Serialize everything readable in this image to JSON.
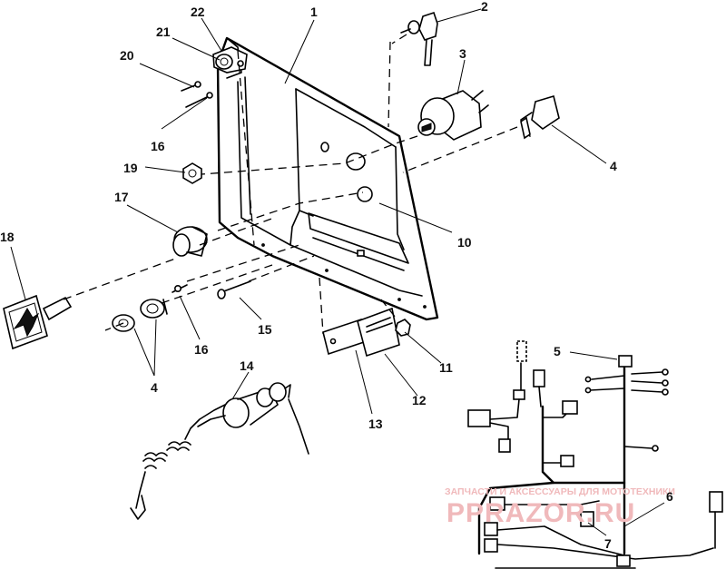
{
  "callouts": {
    "c1": "1",
    "c2": "2",
    "c3": "3",
    "c4a": "4",
    "c4b": "4",
    "c5": "5",
    "c6": "6",
    "c7": "7",
    "c10": "10",
    "c11": "11",
    "c12": "12",
    "c13": "13",
    "c14": "14",
    "c15": "15",
    "c16a": "16",
    "c16b": "16",
    "c17": "17",
    "c18": "18",
    "c19": "19",
    "c20": "20",
    "c21": "21",
    "c22": "22"
  },
  "watermark": {
    "line1": "ЗАПЧАСТИ И АКСЕССУАРЫ ДЛЯ МОТОТЕХНИКИ",
    "line2": "PPRAZOR.RU"
  },
  "colors": {
    "line": "#000000",
    "background": "#ffffff",
    "watermark": "#e8a0a3"
  }
}
